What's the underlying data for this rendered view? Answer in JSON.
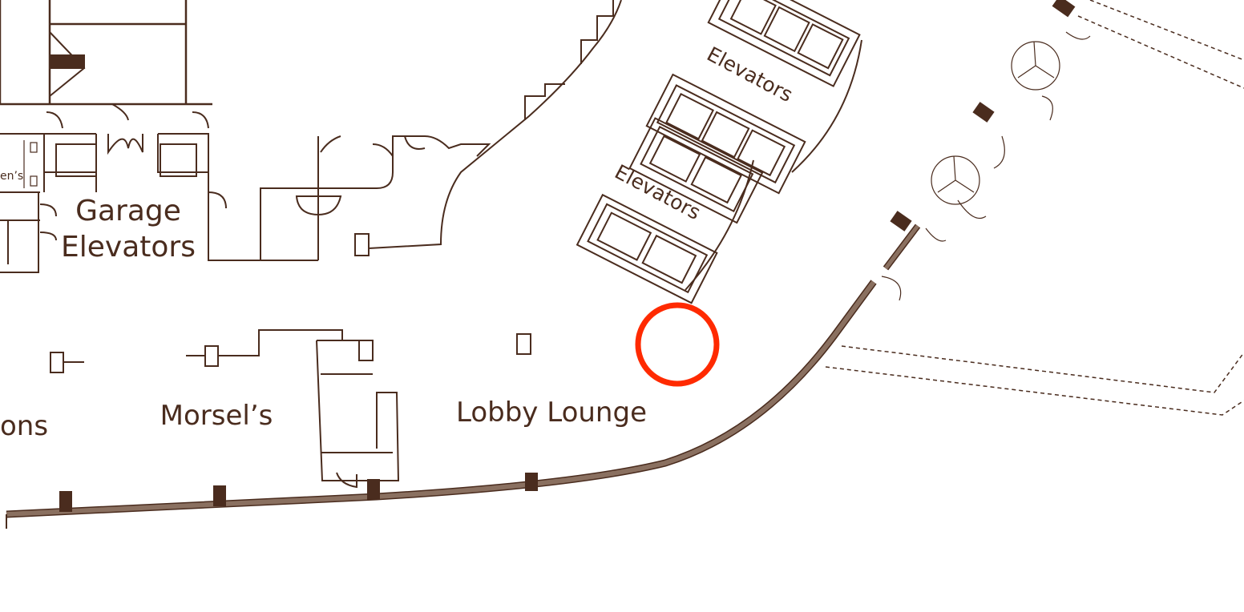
{
  "map": {
    "labels": {
      "womens": "en’s",
      "garage_line1": "Garage",
      "garage_line2": "Elevators",
      "elevators_upper": "Elevators",
      "elevators_lower": "Elevators",
      "partial_left": "ons",
      "morsels": "Morsel’s",
      "lobby_lounge": "Lobby Lounge"
    },
    "marker": {
      "icon": "location-circle-icon",
      "color": "#ff2a00"
    },
    "colors": {
      "walls": "#4a2c1e",
      "exterior_wall": "#8a7060"
    }
  }
}
